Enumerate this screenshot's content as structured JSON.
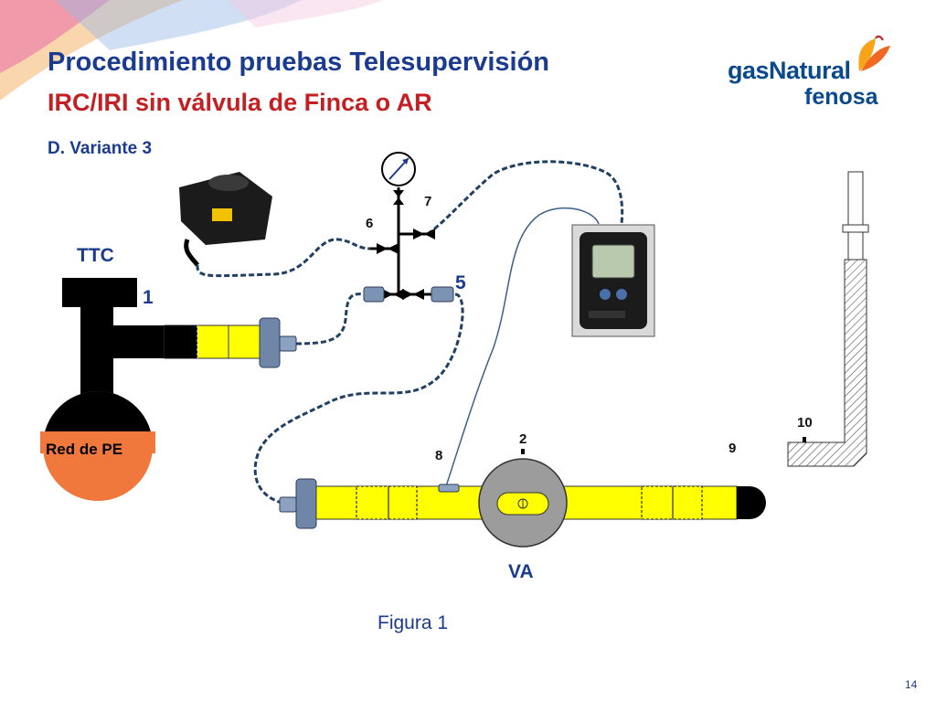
{
  "header": {
    "title": "Procedimiento pruebas Telesupervisión",
    "subtitle": "IRC/IRI sin válvula de Finca o AR",
    "section": "D. Variante 3"
  },
  "logo": {
    "line1": "gasNatural",
    "line2": "fenosa"
  },
  "diagram": {
    "label_ttc": "TTC",
    "label_1": "1",
    "label_2": "2",
    "label_5": "5",
    "label_6": "6",
    "label_7": "7",
    "label_8": "8",
    "label_9": "9",
    "label_10": "10",
    "label_red": "Red de PE",
    "label_va": "VA"
  },
  "caption": "Figura 1",
  "page_number": "14",
  "colors": {
    "title": "#1a3b8f",
    "subtitle": "#c41f22",
    "pipe": "#ffff00",
    "hose": "#1f3f63",
    "network": "#f0783c"
  }
}
